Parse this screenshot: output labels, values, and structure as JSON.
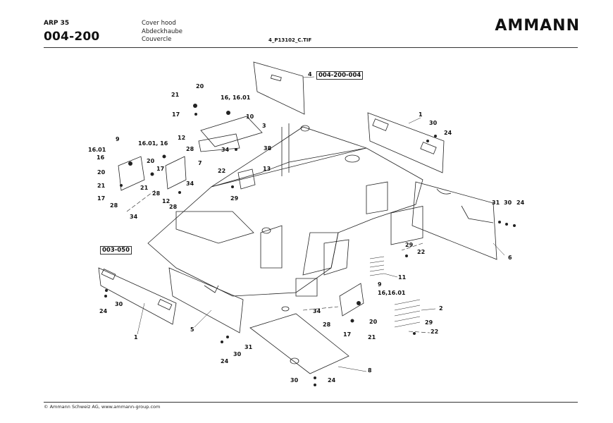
{
  "header": {
    "model": "ARP 35",
    "part_number": "004-200",
    "title_en": "Cover hood",
    "title_de": "Abdeckhaube",
    "title_fr": "Couvercle",
    "file_name": "4_P13102_C.TIF",
    "brand": "AMMANN"
  },
  "footer": {
    "copyright": "© Ammann Schweiz AG, www.ammann-group.com"
  },
  "references": [
    {
      "id": "ref-004-200-004",
      "text": "004-200-004"
    },
    {
      "id": "ref-003-050",
      "text": "003-050"
    }
  ],
  "callouts": [
    "4",
    "1",
    "30",
    "24",
    "21",
    "20",
    "17",
    "16, 16.01",
    "10",
    "3",
    "12",
    "34",
    "38",
    "9",
    "16.01, 16",
    "28",
    "7",
    "16.01",
    "16",
    "20",
    "17",
    "21",
    "20",
    "21",
    "17",
    "28",
    "28",
    "34",
    "12",
    "28",
    "34",
    "22",
    "29",
    "13",
    "31",
    "30",
    "24",
    "6",
    "29",
    "22",
    "11",
    "9",
    "16,16.01",
    "2",
    "34",
    "28",
    "20",
    "17",
    "21",
    "29",
    "22",
    "30",
    "24",
    "1",
    "5",
    "31",
    "30",
    "24",
    "8",
    "30",
    "24"
  ]
}
